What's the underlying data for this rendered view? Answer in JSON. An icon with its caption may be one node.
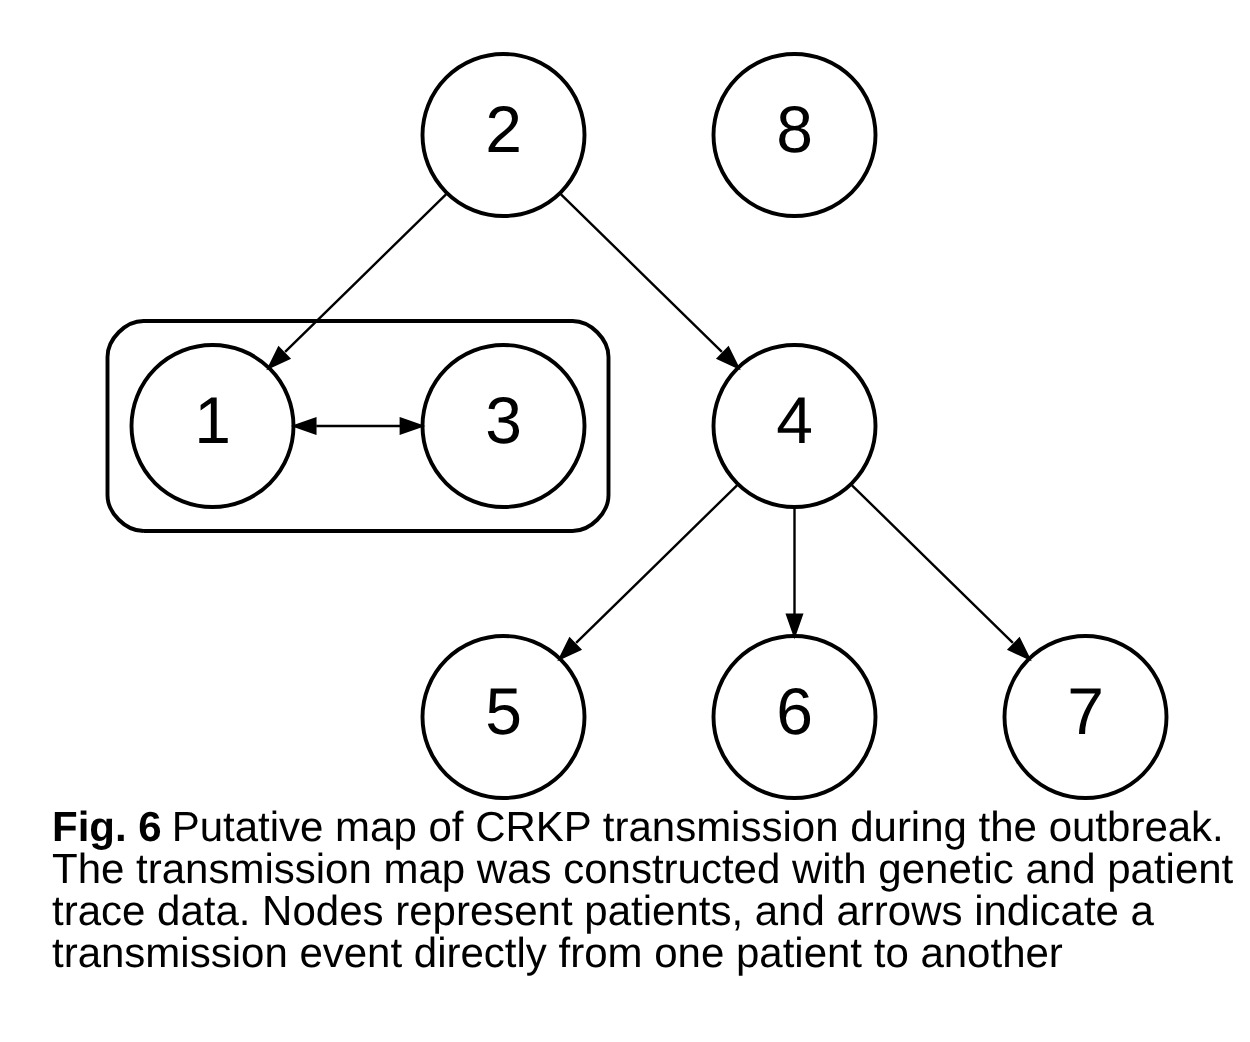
{
  "diagram": {
    "caption": "**Fig. 6** Putative map of CRKP transmission during the outbreak. The transmission map was constructed with genetic and patient trace data. Nodes represent patients, and arrows indicate a transmission event directly from one patient to another",
    "nodes": [
      {
        "text": [
          "2"
        ]
      },
      {
        "text": [],
        "shape": "box"
      },
      {
        "text": [
          "1"
        ],
        "in": 1
      },
      {
        "text": [
          "3"
        ],
        "in": 1
      },
      {
        "text": [
          "4"
        ]
      },
      {
        "text": [
          "5"
        ]
      },
      {
        "text": [
          "6"
        ]
      },
      {
        "text": [
          "7"
        ]
      },
      {
        "text": [
          "8"
        ]
      }
    ],
    "edges": [
      {
        "from": 0,
        "to": 2,
        "arrow": "to"
      },
      {
        "from": 0,
        "to": 4,
        "arrow": "to"
      },
      {
        "from": 2,
        "to": 3,
        "arrow": "both"
      },
      {
        "from": 4,
        "to": 5,
        "arrow": "to"
      },
      {
        "from": 4,
        "to": 6,
        "arrow": "to"
      },
      {
        "from": 4,
        "to": 7,
        "arrow": "to"
      }
    ]
  }
}
